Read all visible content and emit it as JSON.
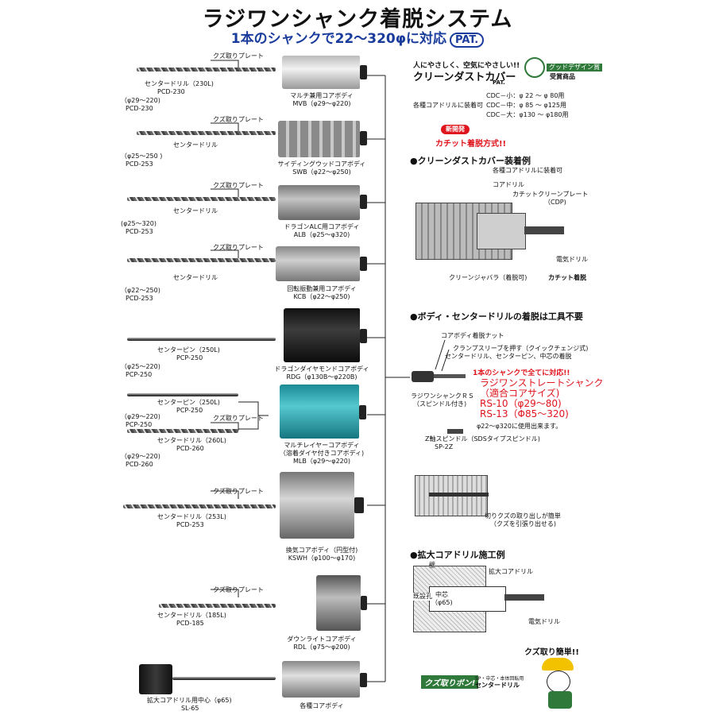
{
  "header": {
    "title": "ラジワンシャンク着脱システム",
    "subtitle": "1本のシャンクで22～320φに対応",
    "pat_badge": "PAT."
  },
  "plate_label": "クズ取りプレート",
  "drills": [
    {
      "name": "センタードリル（230L)",
      "size": "（φ29～220)",
      "code": "PCD-230"
    },
    {
      "name": "センタードリル",
      "size": "（φ25～250 )",
      "code": "PCD-253"
    },
    {
      "name": "センタードリル",
      "size": "(φ25～320)",
      "code": "PCD-253"
    },
    {
      "name": "センタードリル",
      "size": "（φ22～250)",
      "code": "PCD-253"
    },
    {
      "name": "センターピン（250L)",
      "size": "（φ25～220)",
      "code": "PCP-250"
    },
    {
      "name": "センターピン（250L)",
      "size": "（φ29～220)",
      "code": "PCP-250"
    },
    {
      "name": "センタードリル（260L)",
      "size": "（φ29～220)",
      "code": "PCD-260"
    },
    {
      "name": "センタードリル（253L)",
      "size": "",
      "code": "PCD-253"
    },
    {
      "name": "センタードリル（185L)",
      "size": "",
      "code": "PCD-185"
    },
    {
      "name": "拡大コアドリル用中心（φ65)",
      "size": "",
      "code": "SL-65"
    }
  ],
  "bodies": [
    {
      "name": "マルチ兼用コアボディ",
      "spec": "MVB（φ29～φ220)"
    },
    {
      "name": "サイディングウッドコアボディ",
      "spec": "SWB（φ22～φ250)"
    },
    {
      "name": "ドラゴンALC用コアボディ",
      "spec": "ALB（φ25～φ320)"
    },
    {
      "name": "回転振動兼用コアボディ",
      "spec": "KCB（φ22～φ250)"
    },
    {
      "name": "ドラゴンダイヤモンドコアボディ",
      "spec": "RDG（φ130B～φ220B)"
    },
    {
      "name": "マルチレイヤーコアボディ",
      "spec": "（溶着ダイヤ付きコアボディ)"
    },
    {
      "name": "",
      "spec": "MLB（φ29～φ220)"
    },
    {
      "name": "換気コアボディ（円型付)",
      "spec": "KSWH（φ100～φ170)"
    },
    {
      "name": "ダウンライトコアボディ",
      "spec": "RDL（φ75～φ200)"
    },
    {
      "name": "各種コアボディ",
      "spec": ""
    }
  ],
  "dust_cover": {
    "tagline": "人にやさしく、空気にやさしい!!",
    "name": "クリーンダストカバー",
    "pat": "PAT.",
    "award1": "グッドデザイン賞",
    "award2": "受賞商品",
    "mount_label": "各種コアドリルに装着可",
    "sizes": [
      "CDC－小：φ 22 ～ φ  80用",
      "CDC－中：φ  85 ～ φ125用",
      "CDC－大：φ130 ～ φ180用"
    ],
    "new_badge": "新開発",
    "method": "カチット着脱方式!!"
  },
  "section1": {
    "title": "●クリーンダストカバー装着例",
    "sub": "各種コアドリルに装着可",
    "labels": {
      "core": "コアドリル",
      "plate": "カチットクリーンプレート",
      "cdp": "（CDP)",
      "drill": "電気ドリル",
      "bellows": "クリーンジャバラ（着脱可)",
      "click": "カチット着脱"
    }
  },
  "section2": {
    "title": "●ボディ・センタードリルの着脱は工具不要",
    "nut": "コアボディ着脱ナット",
    "sleeve": "クランプスリーブを押す（クイックチェンジ式)",
    "sleeve2": "センタードリル、センターピン、中芯の着脱",
    "all": "1本のシャンクで全てに対応!!",
    "shank": "ラジワンシャンクＲＳ",
    "spindle_note": "（スピンドル付き)",
    "straight": "ラジワンストレートシャンク",
    "fit": "（適合コアサイズ)",
    "rs10": "RS-10（φ29～80)",
    "rs13": "RS-13（Φ85～320)",
    "usable": "φ22～φ320に使用出来ます。",
    "z_spindle": "Z軸スピンドル（SDSタイプスピンドル)",
    "z_code": "SP-2Z",
    "chip1": "切りクズの取り出しが簡単",
    "chip2": "（クズを引張り出せる)"
  },
  "section3": {
    "title": "●拡大コアドリル施工例",
    "kabe": "壁",
    "core": "拡大コアドリル",
    "hole": "既設孔",
    "center": "中芯",
    "center_size": "（φ65)",
    "drill": "電気ドリル"
  },
  "promo": {
    "callout": "クズ取り簡単!!",
    "logo": "クズ取りボン!",
    "caption1": "SP・中芯・本体回転用",
    "caption2": "センタードリル"
  },
  "colors": {
    "accent_blue": "#1a3c9c",
    "accent_red": "#e0141c",
    "teal_body": "#2aa6b0",
    "dark_body": "#1c1c1c",
    "gray_body": "#9a9a9a",
    "award_green": "#2f7a3a"
  }
}
